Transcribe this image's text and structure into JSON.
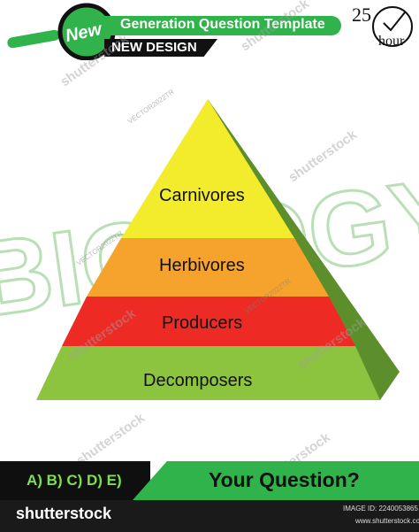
{
  "header": {
    "badge": "New",
    "title": "Generation Question Template",
    "subtitle": "NEW DESIGN",
    "timer": {
      "value": "25",
      "unit": "hour"
    }
  },
  "pyramid": {
    "layers": [
      {
        "label": "Carnivores",
        "color": "#f2ec2d"
      },
      {
        "label": "Herbivores",
        "color": "#f6a32e"
      },
      {
        "label": "Producers",
        "color": "#ee2a24"
      },
      {
        "label": "Decomposers",
        "color": "#8cc43f"
      }
    ],
    "background_word": "BIOLOGY"
  },
  "footer": {
    "options": "A) B) C) D) E)",
    "question": "Your Question?"
  },
  "bottom_bar": {
    "brand": "shutterstock",
    "image_id": "IMAGE ID: 2240053865",
    "site": "www.shutterstock.com"
  },
  "watermarks": {
    "shutterstock": "shutterstock",
    "vector": "VECTOR2022TR"
  },
  "colors": {
    "accent_green": "#2fb34a",
    "dark": "#0f0f0f"
  }
}
